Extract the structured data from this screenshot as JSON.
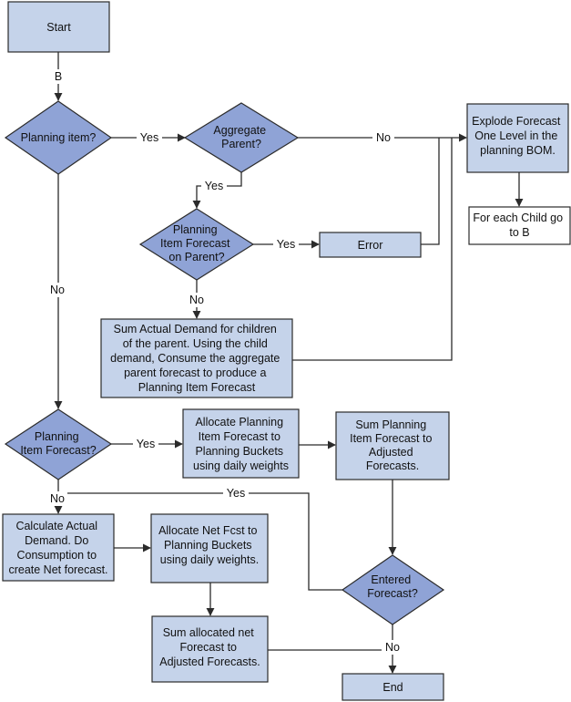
{
  "nodes": {
    "start": "Start",
    "planning_item": "Planning item?",
    "aggregate_parent": [
      "Aggregate",
      "Parent?"
    ],
    "planning_item_forecast_on_parent": [
      "Planning",
      "Item Forecast",
      "on Parent?"
    ],
    "error": "Error",
    "explode_forecast": [
      "Explode Forecast",
      "One Level in the",
      "planning BOM."
    ],
    "for_each_child": [
      "For each Child go",
      "to B"
    ],
    "sum_actual_demand": [
      "Sum Actual Demand for children",
      "of the parent. Using the child",
      "demand, Consume the aggregate",
      "parent forecast to produce a",
      "Planning Item Forecast"
    ],
    "planning_item_forecast": [
      "Planning",
      "Item Forecast?"
    ],
    "allocate_planning": [
      "Allocate Planning",
      "Item Forecast to",
      "Planning Buckets",
      "using daily weights"
    ],
    "sum_planning": [
      "Sum Planning",
      "Item Forecast to",
      "Adjusted",
      "Forecasts."
    ],
    "calculate_actual": [
      "Calculate Actual",
      "Demand. Do",
      "Consumption to",
      "create Net forecast."
    ],
    "allocate_net": [
      "Allocate Net Fcst to",
      "Planning Buckets",
      "using daily weights."
    ],
    "entered_forecast": [
      "Entered",
      "Forecast?"
    ],
    "sum_allocated": [
      "Sum allocated net",
      "Forecast to",
      "Adjusted Forecasts."
    ],
    "end": "End"
  },
  "edge_labels": {
    "b": "B",
    "yes_planning_item": "Yes",
    "no_aggregate": "No",
    "yes_aggregate": "Yes",
    "yes_on_parent": "Yes",
    "no_on_parent": "No",
    "no_planning_item": "No",
    "yes_pif": "Yes",
    "no_pif": "No",
    "yes_to_entered": "Yes",
    "no_entered": "No"
  }
}
